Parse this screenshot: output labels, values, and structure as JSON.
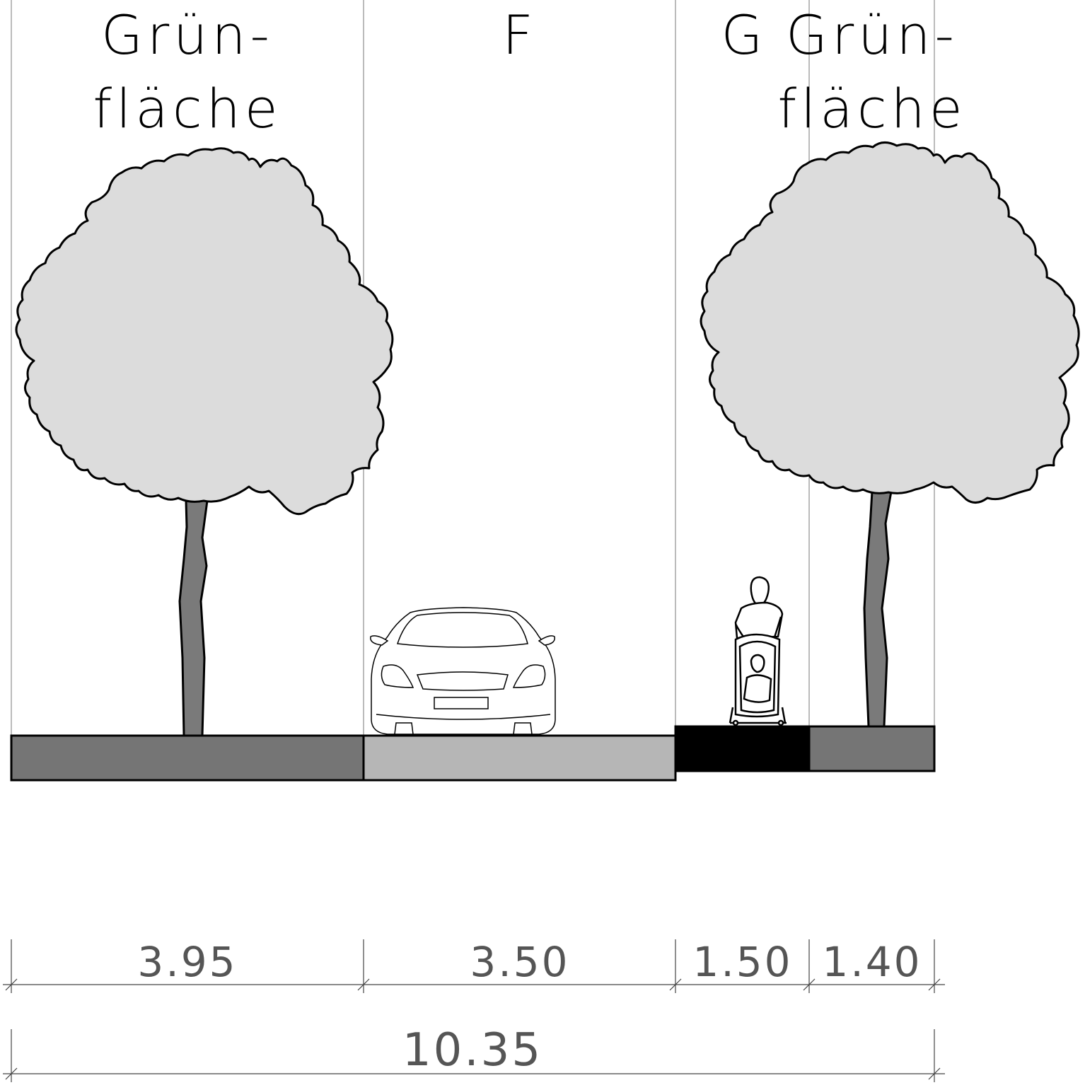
{
  "zones": [
    {
      "id": "gruen-left",
      "label_line1": "Grün-",
      "label_line2": "fläche"
    },
    {
      "id": "fahrbahn",
      "label_line1": "F"
    },
    {
      "id": "gehweg",
      "label_line1": "G"
    },
    {
      "id": "gruen-right",
      "label_line1": "Grün-",
      "label_line2": "fläche"
    }
  ],
  "dimensions": {
    "segments": [
      "3.95",
      "3.50",
      "1.50",
      "1.40"
    ],
    "total": "10.35"
  },
  "colors": {
    "green_strip": "#757575",
    "road": "#b6b6b6",
    "sidewalk": "#000000",
    "crown": "#dcdcdc",
    "trunk": "#7a7a7a"
  }
}
